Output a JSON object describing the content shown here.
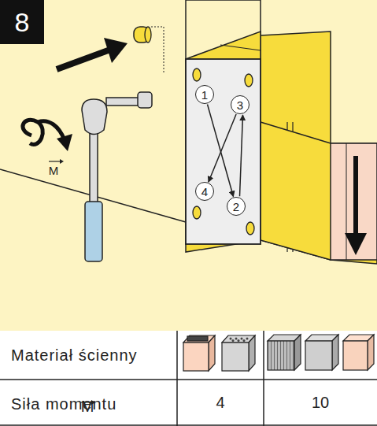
{
  "diagram": {
    "nodes": [
      {
        "text": [
          "1"
        ]
      },
      {
        "text": [
          "2"
        ]
      },
      {
        "text": [
          "3"
        ]
      },
      {
        "text": [
          "4"
        ]
      }
    ],
    "edges": [
      {
        "from": 0,
        "to": 1,
        "arrow": "to"
      },
      {
        "from": 1,
        "to": 2,
        "arrow": "to"
      },
      {
        "from": 2,
        "to": 3,
        "arrow": "to"
      }
    ],
    "labels": [
      "8",
      "M",
      "Materiał ścienny",
      "Siła momentu",
      "M",
      "4",
      "10"
    ]
  }
}
